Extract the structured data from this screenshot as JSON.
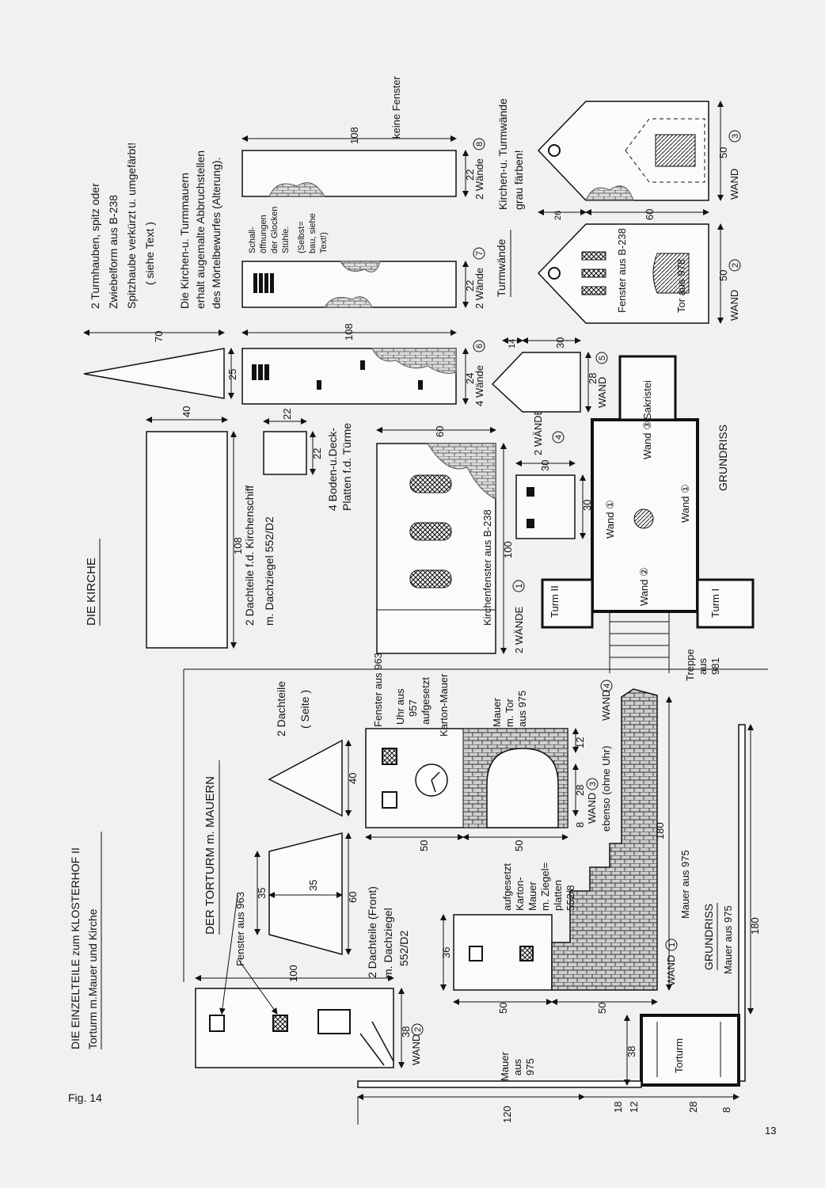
{
  "figure_label": "Fig. 14",
  "page_number": "13",
  "heading": {
    "line1": "DIE EINZELTEILE zum KLOSTERHOF   II",
    "line2": "Torturm m.Mauer und Kirche"
  },
  "kirche": {
    "title": "DIE KIRCHE",
    "dach_caption_1": "2 Dachteile f.d. Kirchenschiff",
    "dach_caption_2": "m. Dachziegel 552/D2",
    "dim_108": "108",
    "dim_40": "40",
    "dim_70": "70",
    "dim_25": "25",
    "dim_22a": "22",
    "dim_22b": "22",
    "boden_caption_1": "4 Boden-u.Deck-",
    "boden_caption_2": "Platten f.d. Türme",
    "waende6_dim_108": "108",
    "waende6_dim_24": "24",
    "waende6_caption": "4 Wände",
    "waende6_num": "6",
    "waende7_dim_22": "22",
    "waende7_caption": "2 Wände",
    "waende7_num": "7",
    "waende8_dim_108": "108",
    "waende8_dim_22": "22",
    "waende8_caption": "2 Wände",
    "waende8_num": "8",
    "keine_fenster": "keine Fenster",
    "schall_lines": [
      "Schall-",
      "öffnungen",
      "der Glocken",
      "Stühle.",
      "(Selbst=",
      "bau, siehe",
      "Text!)"
    ],
    "note1_lines": [
      "2 Turmhauben, spitz oder",
      "Zwiebelform aus B-238",
      "Spitzhaube verkürzt u. umgefärbt!",
      "( siehe Text )"
    ],
    "note2_lines": [
      "Die Kirchen-u. Turmmauern",
      "erhalt augemalte Abbruchstellen",
      "des Mörtelbewurfes (Alterung)."
    ],
    "note3_lines": [
      "Kirchen-u. Turmwände",
      "grau färben!"
    ],
    "turmwaende": "Turmwände",
    "wand1_dim_100": "100",
    "wand1_dim_60": "60",
    "wand1_caption": "2 WÄNDE",
    "wand1_num": "1",
    "kirchenfenster": "Kirchenfenster aus B-238",
    "wand4_dim_30a": "30",
    "wand4_dim_30b": "30",
    "wand4_caption": "2 WÄNDE",
    "wand4_num": "4",
    "wand5_dim_14": "14",
    "wand5_dim_30": "30",
    "wand5_dim_28": "28",
    "wand5_caption": "WAND",
    "wand5_num": "5",
    "wand2_dim_50": "50",
    "wand2_caption": "WAND",
    "wand2_num": "2",
    "wand3_dim_50": "50",
    "wand3_dim_60": "60",
    "wand3_dim_26": "26",
    "wand3_caption": "WAND",
    "wand3_num": "3",
    "fenster_b238": "Fenster aus B-238",
    "tor_978": "Tor aus 978",
    "grundriss": "GRUNDRISS",
    "gr_wand1a": "Wand ①",
    "gr_wand1b": "Wand ①",
    "gr_wand2": "Wand ②",
    "gr_wand3": "Wand ③",
    "sakristei": "Sakristei",
    "turm2": "Turm II",
    "turm1": "Turm I",
    "treppe_lines": [
      "Treppe",
      "aus",
      "981"
    ]
  },
  "torturm": {
    "title": "DER TORTURM m. MAUERN",
    "dach_seite_1": "2 Dachteile",
    "dach_seite_2": "( Seite )",
    "dach_front_1": "2 Dachteile (Front)",
    "dach_front_2": "m. Dachziegel",
    "dach_front_3": "552/D2",
    "dim_40": "40",
    "dim_35a": "35",
    "dim_35b": "35",
    "dim_60": "60",
    "dim_100": "100",
    "dim_38": "38",
    "wand2_caption": "WAND",
    "wand2_num": "2",
    "fenster_963_a": "Fenster aus 963",
    "fenster_963_b": "Fenster aus 963",
    "uhr_lines": [
      "Uhr aus",
      "957",
      "aufgesetzt"
    ],
    "karton_mauer": "Karton-Mauer",
    "mauer_tor_lines": [
      "Mauer",
      "m. Tor",
      "aus 975"
    ],
    "dim_50a": "50",
    "dim_50b": "50",
    "dim_12": "12",
    "dim_28": "28",
    "dim_8": "8",
    "wand3_caption": "WAND",
    "wand3_num": "3",
    "ebenso": "ebenso (ohne Uhr)",
    "wand4_caption": "WAND",
    "wand4_num": "4",
    "aufgesetzt_lines": [
      "aufgesetzt",
      "Karton-",
      "Mauer",
      "m. Ziegel=",
      "platten",
      "552/8"
    ],
    "dim_36": "36",
    "dim_50c": "50",
    "dim_50d": "50",
    "wand1_caption": "WAND",
    "wand1_num": "1",
    "dim_180a": "180",
    "mauer975_a": "Mauer aus 975",
    "grundriss": "GRUNDRISS",
    "mauer975_b": "Mauer aus 975",
    "dim_180b": "180",
    "mauer975_c_lines": [
      "Mauer",
      "aus",
      "975"
    ],
    "bottom_dims": [
      "120",
      "18",
      "12",
      "28",
      "8"
    ],
    "dim_38b": "38",
    "torturm_label": "Torturm"
  }
}
